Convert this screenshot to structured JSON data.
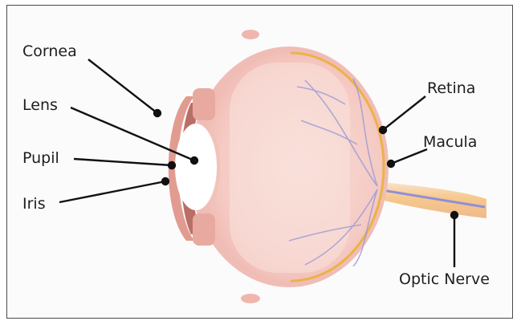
{
  "labels": {
    "cornea": "Cornea",
    "lens": "Lens",
    "pupil": "Pupil",
    "iris": "Iris",
    "retina": "Retina",
    "macula": "Macula",
    "optic_nerve": "Optic Nerve"
  },
  "colors": {
    "sclera_outer": "#f3c6c0",
    "vitreous": "#f6d2cc",
    "cornea": "#e7a49a",
    "iris": "#b96f66",
    "retina_line": "#e9b13a",
    "optic_nerve": "#f2c98c",
    "vessel": "#9b9ad8",
    "leader": "#111111"
  }
}
